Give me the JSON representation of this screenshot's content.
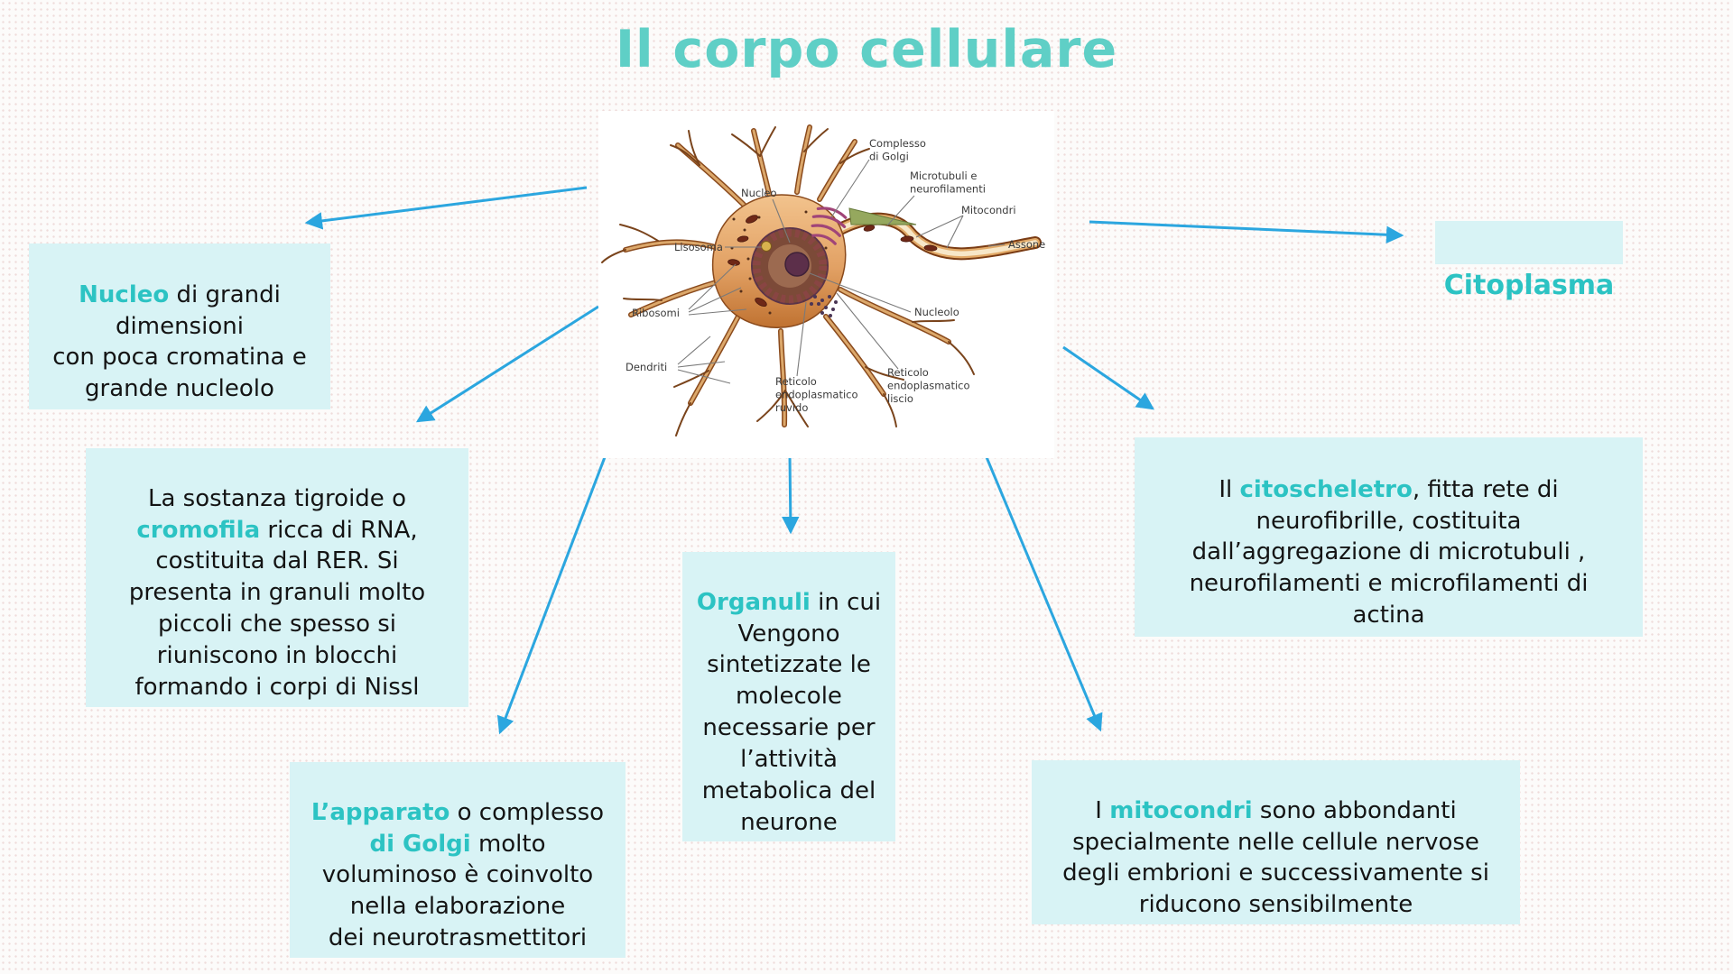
{
  "title": "Il corpo cellulare",
  "colors": {
    "title_teal": "#5fcfc6",
    "keyword_teal": "#2cc3c3",
    "note_background": "#d8f3f5",
    "arrow_blue": "#2ba6df"
  },
  "boxes": {
    "nucleo": {
      "kw": "Nucleo",
      "post": " di grandi\ndimensioni\ncon poca cromatina e\ngrande nucleolo"
    },
    "sostanza": {
      "pre": "La sostanza tigroide o\n",
      "kw": "cromofila",
      "post": " ricca di RNA,\ncostituita dal RER. Si\npresenta in granuli molto\npiccoli che spesso si\nriuniscono in blocchi\nformando i corpi di Nissl"
    },
    "golgi": {
      "kw1": "L’apparato",
      "mid": " o complesso\n",
      "kw2": "di Golgi",
      "post": " molto\nvoluminoso è coinvolto\nnella elaborazione\ndei neurotrasmettitori"
    },
    "organuli": {
      "kw": "Organuli",
      "post": " in cui\nVengono\nsintetizzate le\nmolecole\nnecessarie per\nl’attività\nmetabolica del\nneurone"
    },
    "citoplasma": {
      "kw": "Citoplasma"
    },
    "citoscheletro": {
      "pre": "Il ",
      "kw": "citoscheletro",
      "post": ", fitta rete di\nneurofibrille, costituita\ndall’aggregazione di microtubuli ,\nneurofilamenti e microfilamenti di\nactina"
    },
    "mitocondri": {
      "pre": "I ",
      "kw": "mitocondri",
      "post": " sono abbondanti\nspecialmente nelle cellule nervose\ndegli embrioni e successivamente si\nriducono sensibilmente"
    }
  },
  "figure": {
    "labels": {
      "complesso_golgi": "Complesso\ndi Golgi",
      "microtubuli": "Microtubuli e\nneurofilamenti",
      "mitocondri": "Mitocondri",
      "nucleo": "Nucleo",
      "lisosoma": "Lisosoma",
      "assone": "Assone",
      "ribosomi": "Ribosomi",
      "nucleolo": "Nucleolo",
      "dendriti": "Dendriti",
      "reticolo_ruvido": "Reticolo\nendoplasmatico\nruvido",
      "reticolo_liscio": "Reticolo\nendoplasmatico\nliscio"
    }
  }
}
